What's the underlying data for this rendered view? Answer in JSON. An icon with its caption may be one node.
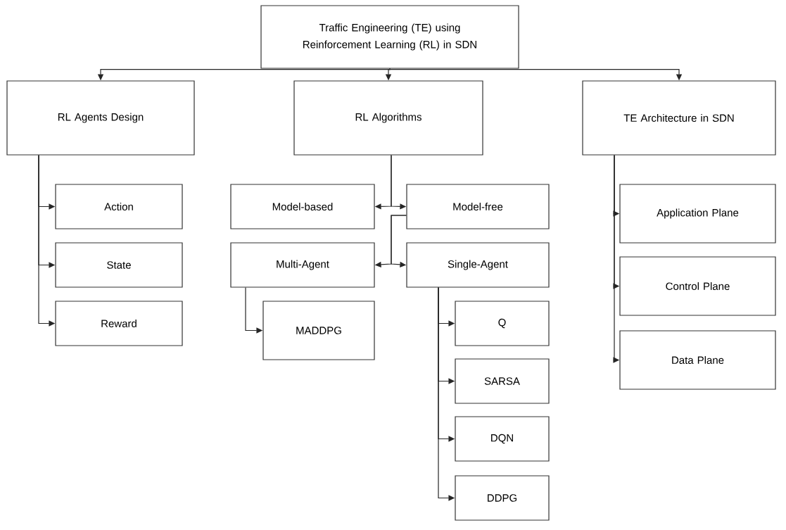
{
  "diagram": {
    "nodes": [
      {
        "text": [
          "Traffic Engineering (TE) using Reinforcement Learning (RL) in SDN"
        ]
      },
      {
        "text": [
          "RL Agents Design"
        ]
      },
      {
        "text": [
          "RL Algorithms"
        ]
      },
      {
        "text": [
          "TE Architecture in SDN"
        ]
      },
      {
        "text": [
          "Action"
        ]
      },
      {
        "text": [
          "State"
        ]
      },
      {
        "text": [
          "Reward"
        ]
      },
      {
        "text": [
          "Model-based"
        ]
      },
      {
        "text": [
          "Model-free"
        ]
      },
      {
        "text": [
          "Multi-Agent"
        ]
      },
      {
        "text": [
          "Single-Agent"
        ]
      },
      {
        "text": [
          "MADDPG"
        ]
      },
      {
        "text": [
          "Q"
        ]
      },
      {
        "text": [
          "SARSA"
        ]
      },
      {
        "text": [
          "DQN"
        ]
      },
      {
        "text": [
          "DDPG"
        ]
      },
      {
        "text": [
          "Application Plane"
        ]
      },
      {
        "text": [
          "Control Plane"
        ]
      },
      {
        "text": [
          "Data Plane"
        ]
      }
    ],
    "edges": [
      {
        "from": 0,
        "to": 1,
        "arrow": "to"
      },
      {
        "from": 0,
        "to": 2,
        "arrow": "to"
      },
      {
        "from": 0,
        "to": 3,
        "arrow": "to"
      },
      {
        "from": 1,
        "to": 4,
        "arrow": "to"
      },
      {
        "from": 1,
        "to": 5,
        "arrow": "to"
      },
      {
        "from": 1,
        "to": 6,
        "arrow": "to"
      },
      {
        "from": 2,
        "to": 7,
        "arrow": "to"
      },
      {
        "from": 2,
        "to": 8,
        "arrow": "to"
      },
      {
        "from": 8,
        "to": 9,
        "arrow": "to"
      },
      {
        "from": 8,
        "to": 10,
        "arrow": "to"
      },
      {
        "from": 9,
        "to": 11,
        "arrow": "to"
      },
      {
        "from": 10,
        "to": 12,
        "arrow": "to"
      },
      {
        "from": 10,
        "to": 13,
        "arrow": "to"
      },
      {
        "from": 10,
        "to": 14,
        "arrow": "to"
      },
      {
        "from": 10,
        "to": 15,
        "arrow": "to"
      },
      {
        "from": 3,
        "to": 16,
        "arrow": "to"
      },
      {
        "from": 3,
        "to": 17,
        "arrow": "to"
      },
      {
        "from": 3,
        "to": 18,
        "arrow": "to"
      }
    ]
  }
}
